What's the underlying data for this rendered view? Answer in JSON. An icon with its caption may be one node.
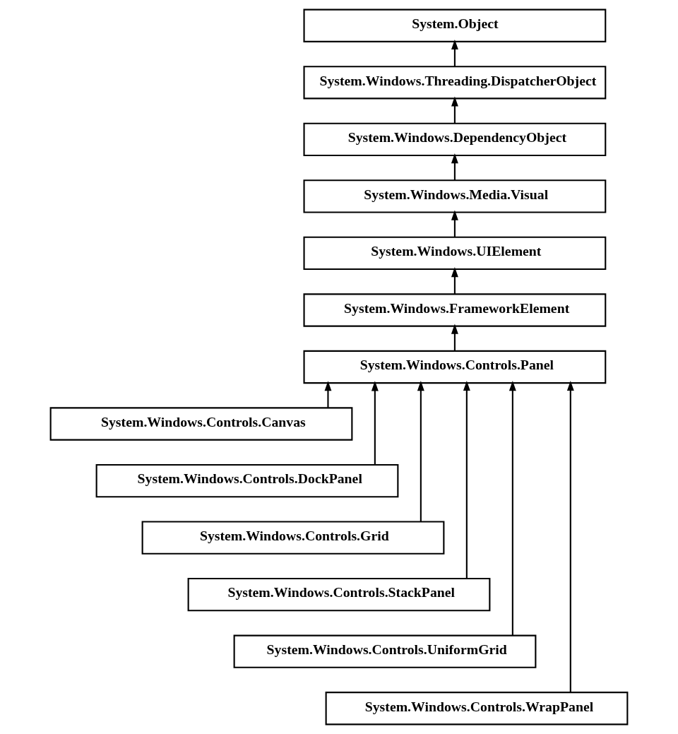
{
  "diagram": {
    "nodes": [
      {
        "text": [
          "System.Object"
        ]
      },
      {
        "text": [
          "System.Windows.Threading.DispatcherObject"
        ]
      },
      {
        "text": [
          "System.Windows.DependencyObject"
        ]
      },
      {
        "text": [
          "System.Windows.Media.Visual"
        ]
      },
      {
        "text": [
          "System.Windows.UIElement"
        ]
      },
      {
        "text": [
          "System.Windows.FrameworkElement"
        ]
      },
      {
        "text": [
          "System.Windows.Controls.Panel"
        ]
      },
      {
        "text": [
          "System.Windows.Controls.Canvas"
        ]
      },
      {
        "text": [
          "System.Windows.Controls.DockPanel"
        ]
      },
      {
        "text": [
          "System.Windows.Controls.Grid"
        ]
      },
      {
        "text": [
          "System.Windows.Controls.StackPanel"
        ]
      },
      {
        "text": [
          "System.Windows.Controls.UniformGrid"
        ]
      },
      {
        "text": [
          "System.Windows.Controls.WrapPanel"
        ]
      }
    ],
    "edges": [
      {
        "from": 1,
        "to": 0,
        "arrow": "to"
      },
      {
        "from": 2,
        "to": 1,
        "arrow": "to"
      },
      {
        "from": 3,
        "to": 2,
        "arrow": "to"
      },
      {
        "from": 4,
        "to": 3,
        "arrow": "to"
      },
      {
        "from": 5,
        "to": 4,
        "arrow": "to"
      },
      {
        "from": 6,
        "to": 5,
        "arrow": "to"
      },
      {
        "from": 7,
        "to": 6,
        "arrow": "to"
      },
      {
        "from": 8,
        "to": 6,
        "arrow": "to"
      },
      {
        "from": 9,
        "to": 6,
        "arrow": "to"
      },
      {
        "from": 10,
        "to": 6,
        "arrow": "to"
      },
      {
        "from": 11,
        "to": 6,
        "arrow": "to"
      },
      {
        "from": 12,
        "to": 6,
        "arrow": "to"
      }
    ]
  }
}
